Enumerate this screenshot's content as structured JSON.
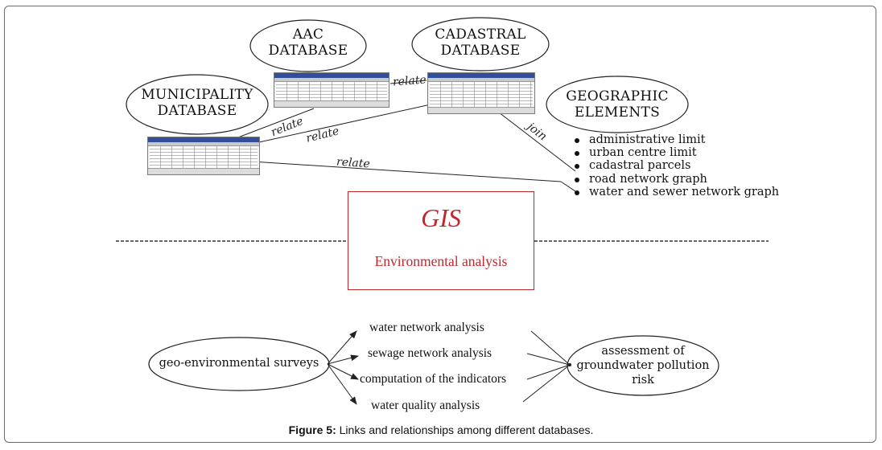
{
  "figure": {
    "ellipses": {
      "aac": [
        "AAC",
        "DATABASE"
      ],
      "cadastral": [
        "CADASTRAL",
        "DATABASE"
      ],
      "municipality": [
        "MUNICIPALITY",
        "DATABASE"
      ],
      "geographic": [
        "GEOGRAPHIC",
        "ELEMENTS"
      ],
      "surveys": "geo-environmental surveys",
      "assessment": [
        "assessment of",
        "groundwater pollution",
        "risk"
      ]
    },
    "link_labels": {
      "relate_aac_cadastral": "relate",
      "relate_municipality_aac": "relate",
      "relate_municipality_cadastral": "relate",
      "relate_municipality_geo": "relate",
      "join_cadastral_geo": "join"
    },
    "geographic_elements": [
      "administrative limit",
      "urban centre limit",
      "cadastral parcels",
      "road network graph",
      "water and sewer network graph"
    ],
    "gis": {
      "title": "GIS",
      "subtitle": "Environmental analysis"
    },
    "analyses": [
      "water network analysis",
      "sewage network analysis",
      "computation of the indicators",
      "water quality analysis"
    ]
  },
  "caption": {
    "label": "Figure 5:",
    "text": " Links and relationships among different databases."
  },
  "colors": {
    "gis_accent": "#c0282d",
    "line": "#222222",
    "table_titlebar": "#2f4f9a"
  }
}
